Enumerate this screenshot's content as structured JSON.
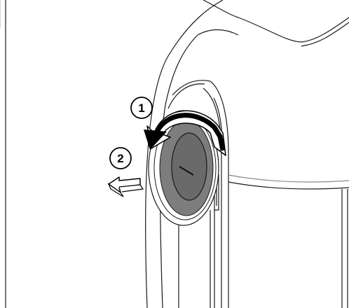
{
  "steps": [
    {
      "number": "1",
      "action": "rotate-counterclockwise"
    },
    {
      "number": "2",
      "action": "pull-out"
    }
  ],
  "icons": {
    "rotate_arrow": "curved-arrow-icon",
    "pull_arrow": "arrow-left-icon"
  },
  "colors": {
    "line": "#1a1a1a",
    "cap_face": "#7d7d7d",
    "cap_inner": "#6a6a6a",
    "arrow_fill": "#ffffff"
  }
}
